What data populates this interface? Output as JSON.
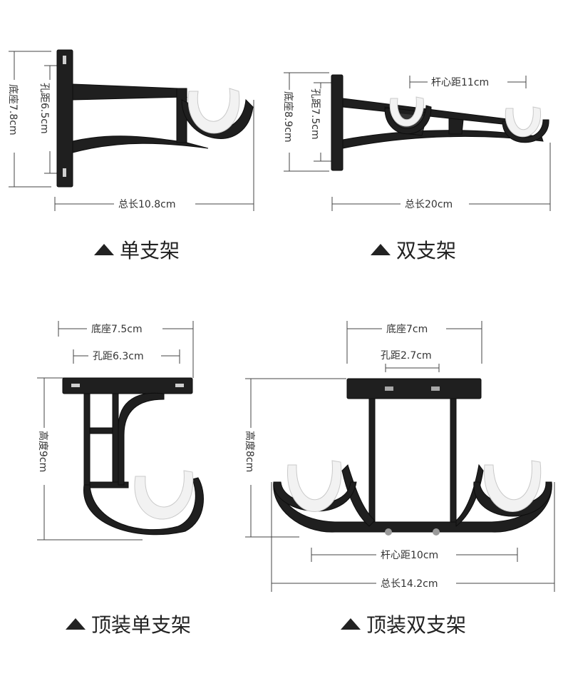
{
  "single_bracket": {
    "caption": "单支架",
    "base_height": "底座7.8cm",
    "hole_distance": "孔距6.5cm",
    "total_length": "总长10.8cm",
    "icon": "wall-bracket-single"
  },
  "double_bracket": {
    "caption": "双支架",
    "rod_center_distance": "杆心距11cm",
    "base_height": "底座8.9cm",
    "hole_distance": "孔距7.5cm",
    "total_length": "总长20cm",
    "icon": "wall-bracket-double"
  },
  "top_single_bracket": {
    "caption": "顶装单支架",
    "base_width": "底座7.5cm",
    "hole_distance": "孔距6.3cm",
    "height": "高度9cm",
    "icon": "ceiling-bracket-single"
  },
  "top_double_bracket": {
    "caption": "顶装双支架",
    "base_width": "底座7cm",
    "hole_distance": "孔距2.7cm",
    "height": "高度8cm",
    "rod_center_distance": "杆心距10cm",
    "total_length": "总长14.2cm",
    "icon": "ceiling-bracket-double"
  },
  "colors": {
    "metal": "#1f1f1f",
    "plastic_ring": "#f2f2f2",
    "dimension_line": "#444444",
    "background": "#ffffff"
  }
}
